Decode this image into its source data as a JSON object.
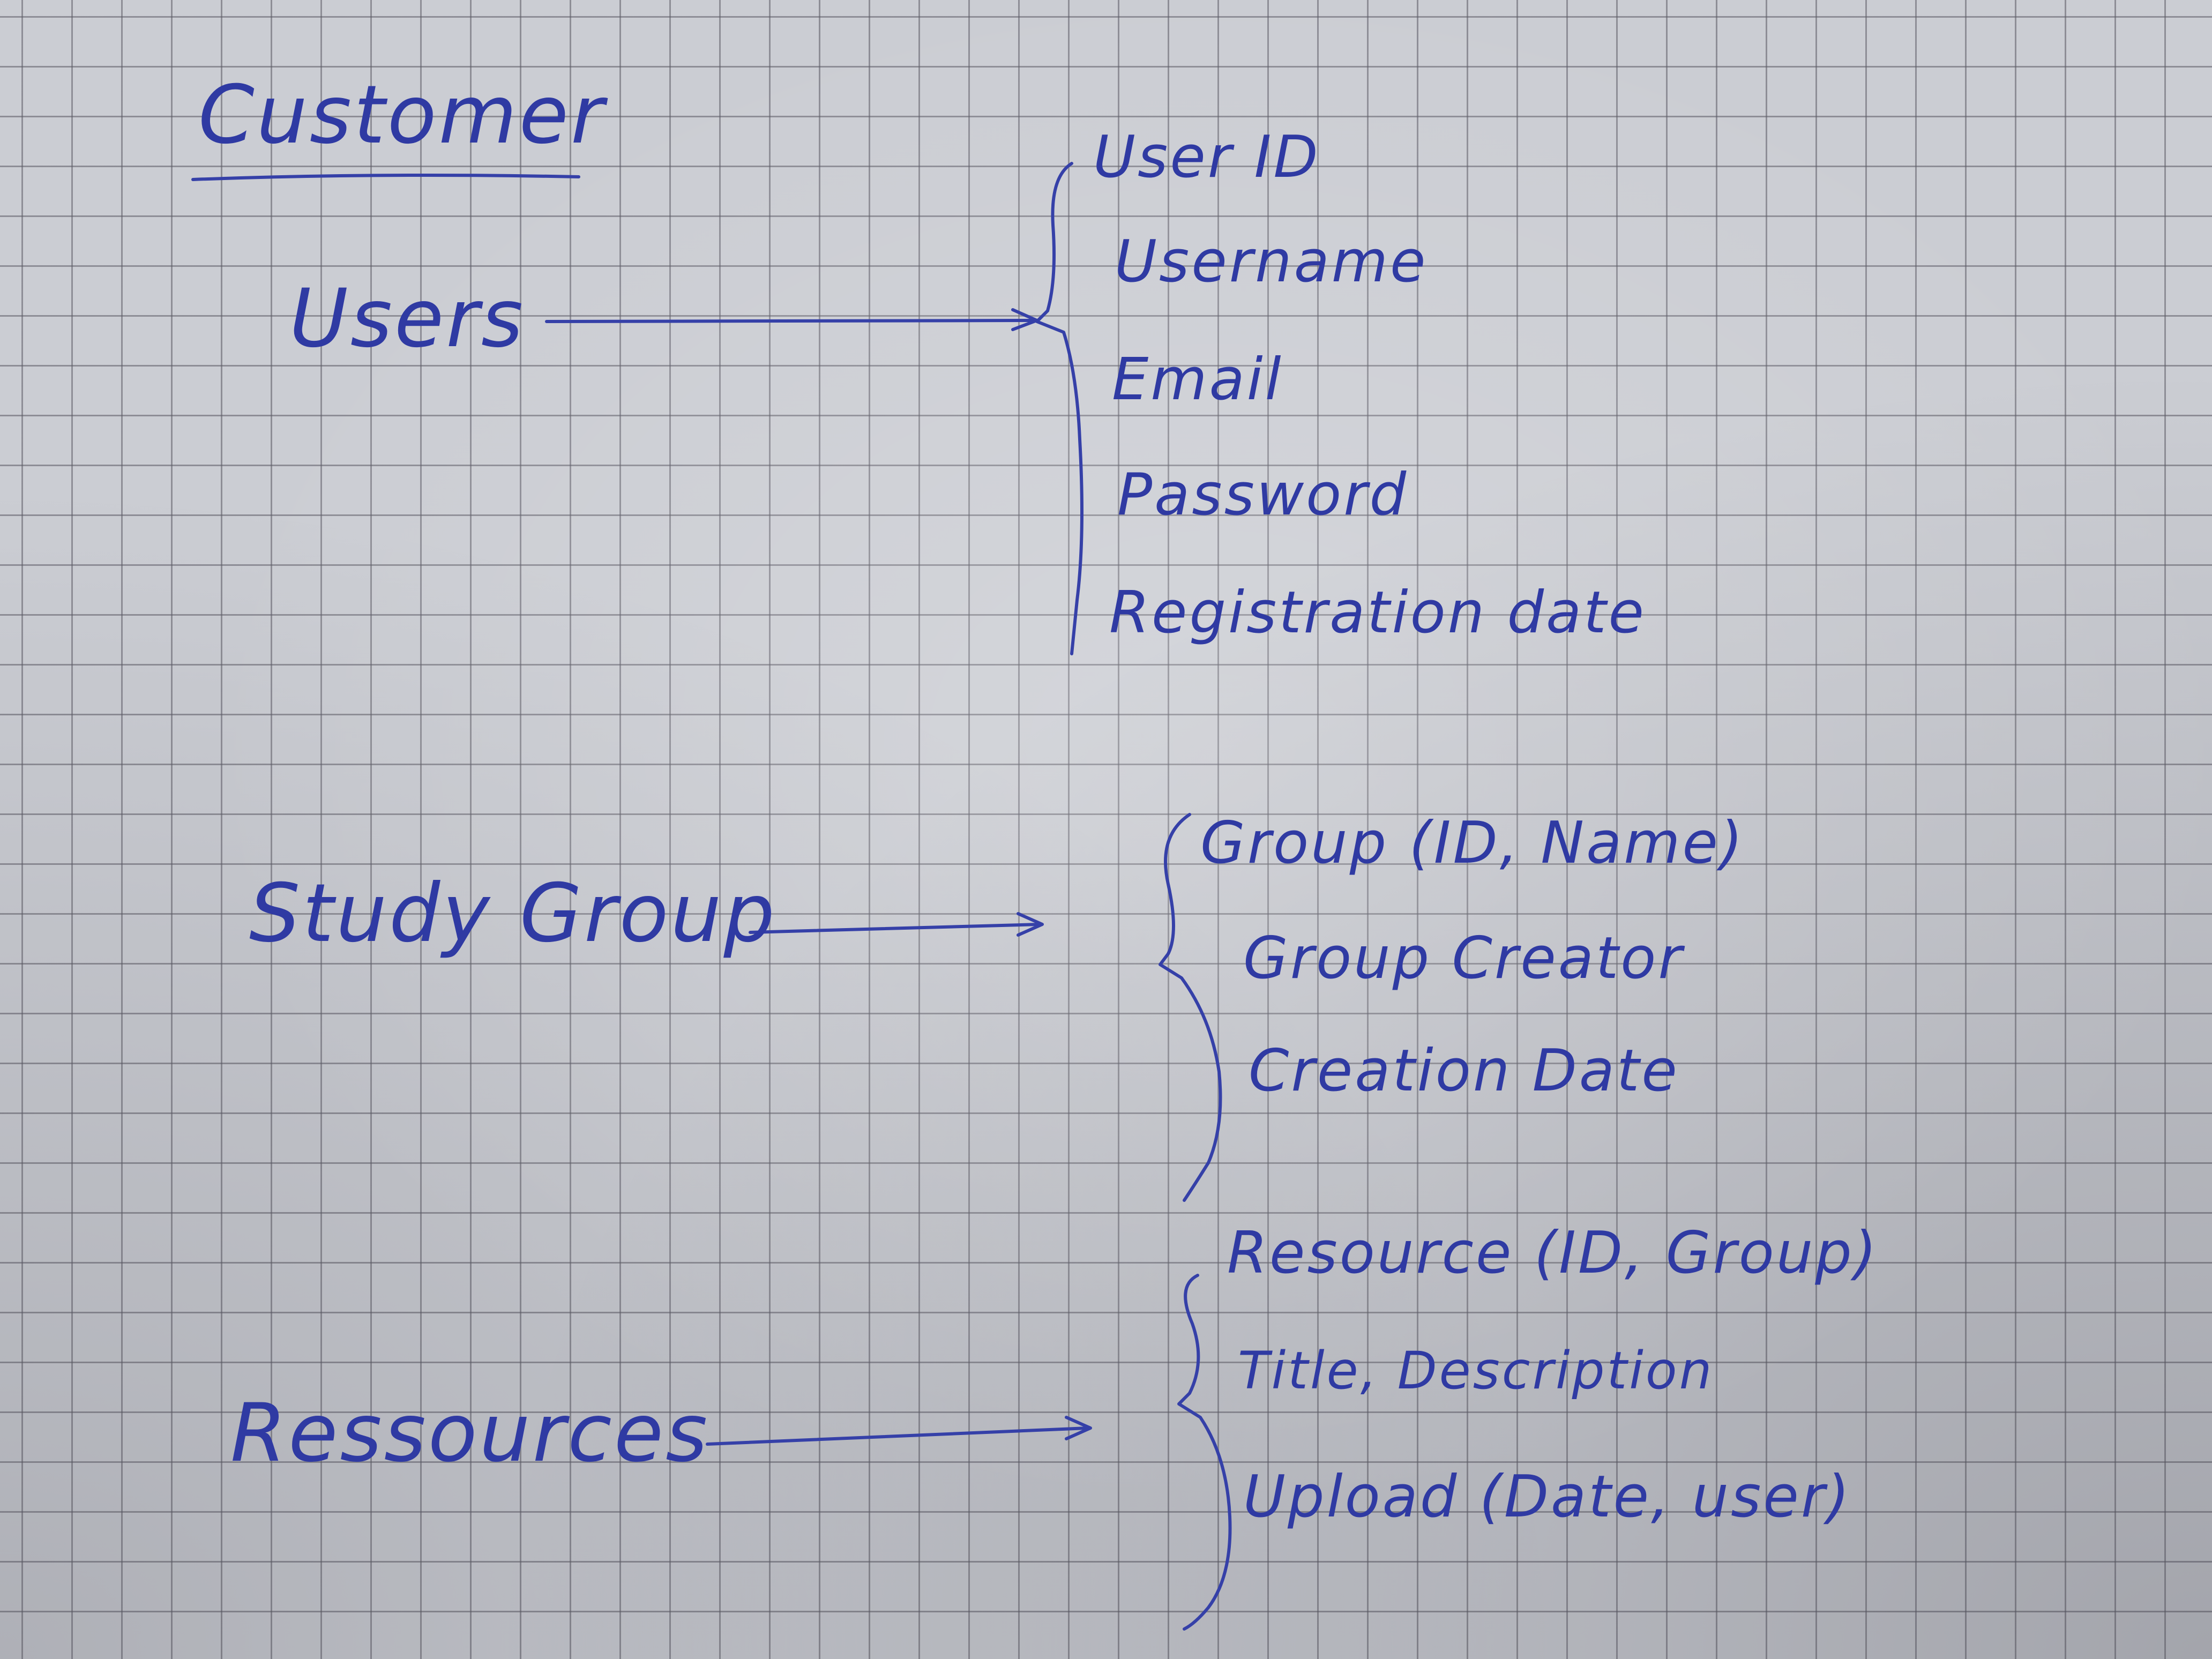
{
  "title": "Customer",
  "entities": [
    {
      "name": "Users",
      "attributes": [
        "User ID",
        "Username",
        "Email",
        "Password",
        "Registration date"
      ]
    },
    {
      "name": "Study Group",
      "attributes": [
        "Group (ID, Name)",
        "Group Creator",
        "Creation Date"
      ]
    },
    {
      "name": "Ressources",
      "attributes": [
        "Resource (ID, Group)",
        "Title, Description",
        "Upload (Date, user)"
      ]
    }
  ],
  "ink_color": "#2f3aa3",
  "paper_color": "#cbcdd3"
}
